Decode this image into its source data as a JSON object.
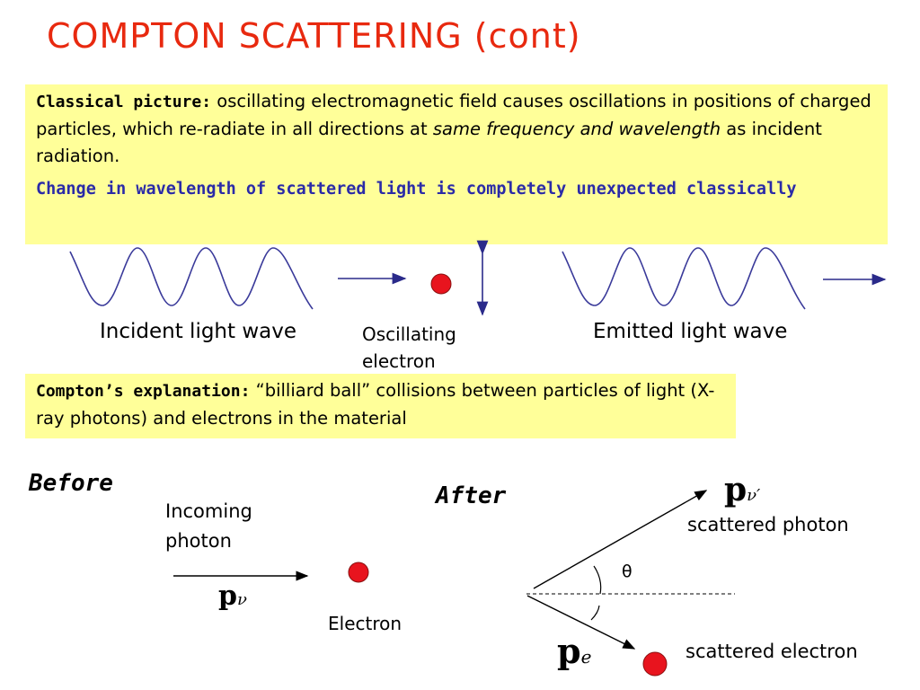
{
  "title": "COMPTON  SCATTERING  (cont)",
  "classical": {
    "label": "Classical picture:",
    "text1": " oscillating electromagnetic field causes oscillations in positions of charged particles, which re-radiate in all directions at ",
    "italic": "same frequency and wavelength",
    "text2": " as incident radiation.",
    "highlight": "Change in wavelength of scattered light is completely unexpected classically"
  },
  "wave_labels": {
    "incident": "Incident light wave",
    "oscillating_line1": "Oscillating",
    "oscillating_line2": "electron",
    "emitted": "Emitted light wave"
  },
  "compton": {
    "label": "Compton’s explanation:",
    "text": " “billiard ball” collisions between particles of light (X-ray photons) and electrons in the material"
  },
  "before": {
    "heading": "Before",
    "incoming_line1": "Incoming",
    "incoming_line2": "photon",
    "p_symbol": "p",
    "p_sub": "ν",
    "electron": "Electron"
  },
  "after": {
    "heading": "After",
    "p_photon": "p",
    "p_photon_sub": "ν′",
    "scattered_photon": "scattered photon",
    "theta": "θ",
    "p_electron": "p",
    "p_electron_sub": "e",
    "scattered_electron": "scattered electron"
  },
  "colors": {
    "title": "#e8290f",
    "box": "#ffff99",
    "wave": "#3a3a9a",
    "electron": "#e8141e",
    "highlight_text": "#2b2ba8"
  }
}
